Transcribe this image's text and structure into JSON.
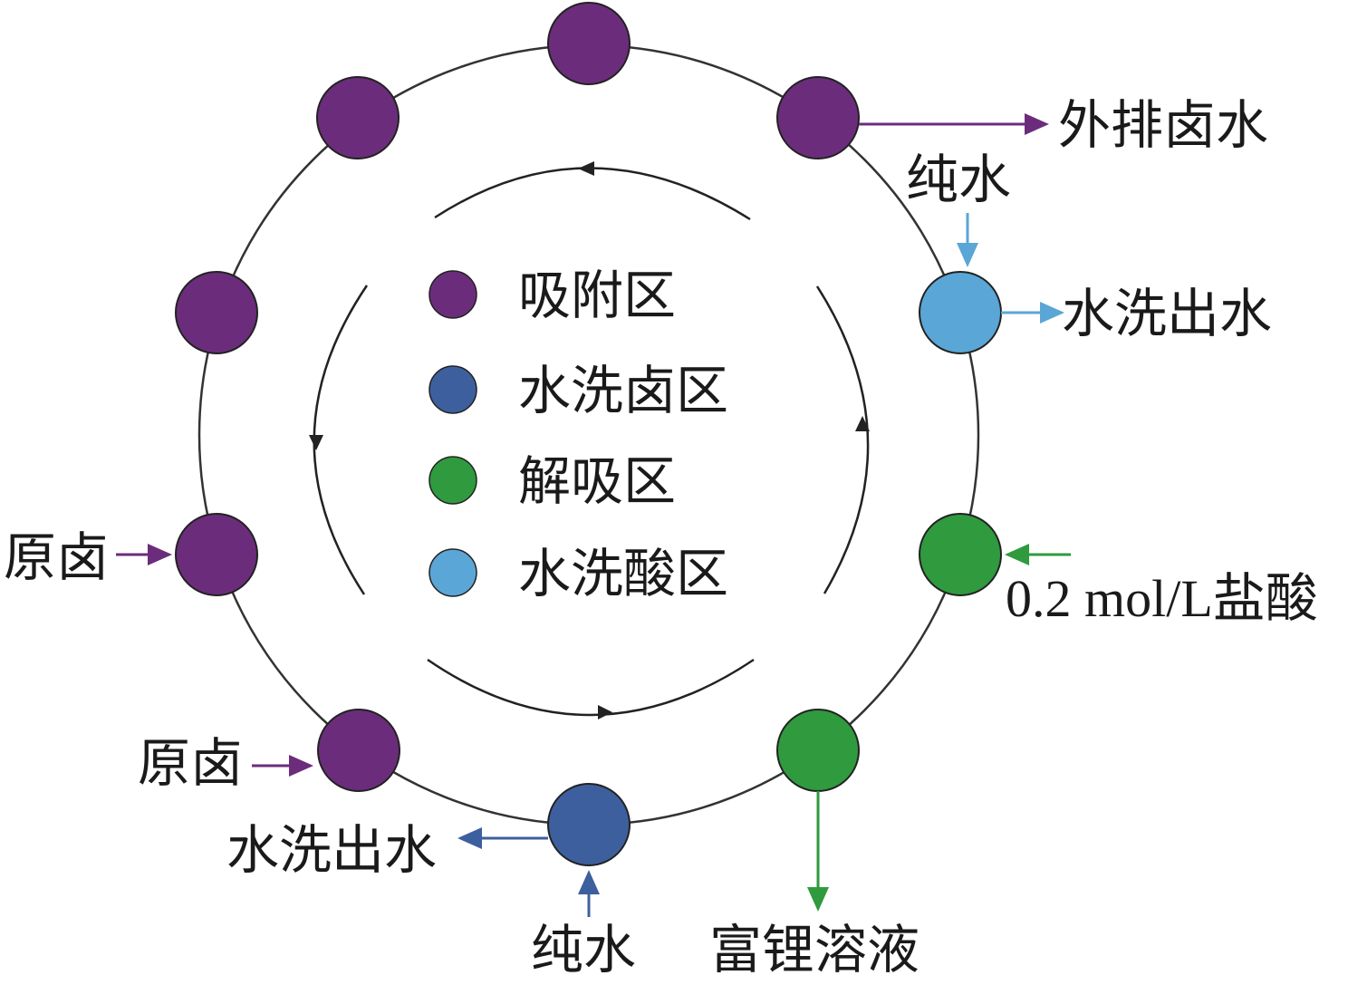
{
  "colors": {
    "adsorption": "#6b2d7b",
    "brine_wash": "#3e5f9e",
    "desorption": "#2f9a3e",
    "acid_wash": "#5aa6d6",
    "ring": "#333333",
    "text": "#1a1a1a"
  },
  "legend": [
    {
      "label": "吸附区",
      "color_key": "adsorption"
    },
    {
      "label": "水洗卤区",
      "color_key": "brine_wash"
    },
    {
      "label": "解吸区",
      "color_key": "desorption"
    },
    {
      "label": "水洗酸区",
      "color_key": "acid_wash"
    }
  ],
  "columns": [
    {
      "zone": "adsorption"
    },
    {
      "zone": "adsorption"
    },
    {
      "zone": "adsorption"
    },
    {
      "zone": "adsorption"
    },
    {
      "zone": "adsorption"
    },
    {
      "zone": "acid_wash"
    },
    {
      "zone": "desorption"
    },
    {
      "zone": "desorption"
    },
    {
      "zone": "brine_wash"
    },
    {
      "zone": "adsorption"
    }
  ],
  "flow_labels": {
    "discharge_brine": "外排卤水",
    "pure_water_top": "纯水",
    "wash_out_top": "水洗出水",
    "acid": "0.2 mol/L盐酸",
    "raw_brine_left": "原卤",
    "raw_brine_bottom": "原卤",
    "wash_out_bottom": "水洗出水",
    "pure_water_bottom": "纯水",
    "lithium_solution": "富锂溶液"
  },
  "rotation": "counter-clockwise"
}
